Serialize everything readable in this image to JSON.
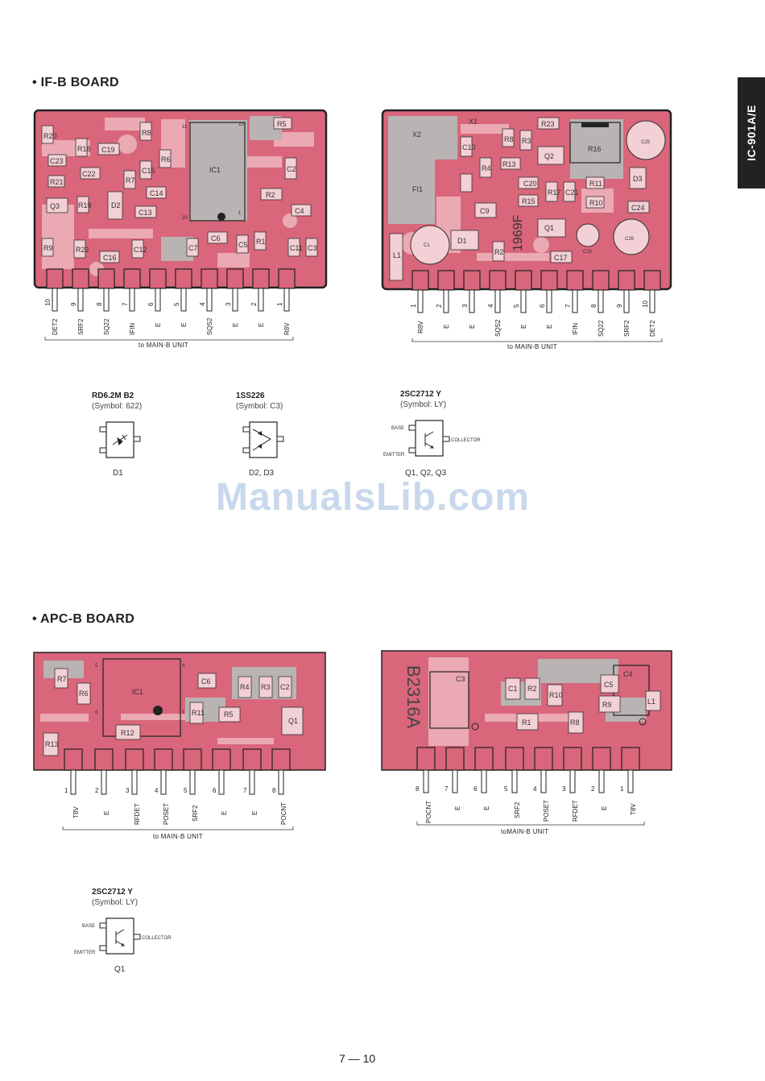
{
  "side_tab": "IC-901A/E",
  "if_board": {
    "title": "• IF-B BOARD",
    "left": {
      "components": [
        "R20",
        "R18",
        "C19",
        "R8",
        "R5",
        "C23",
        "C22",
        "C15",
        "R6",
        "R21",
        "R19",
        "R7",
        "IC1",
        "C2",
        "Q3",
        "D2",
        "C14",
        "C13",
        "R2",
        "C4",
        "R9",
        "R22",
        "C16",
        "C12",
        "C7",
        "C6",
        "C5",
        "R1",
        "C11",
        "C3",
        "11",
        "10",
        "20",
        "1"
      ],
      "pins": [
        {
          "num": "10",
          "name": "DET2"
        },
        {
          "num": "9",
          "name": "SRF2"
        },
        {
          "num": "8",
          "name": "SQ22"
        },
        {
          "num": "7",
          "name": "IFIN"
        },
        {
          "num": "6",
          "name": "E"
        },
        {
          "num": "5",
          "name": "E"
        },
        {
          "num": "4",
          "name": "SQS2"
        },
        {
          "num": "3",
          "name": "E"
        },
        {
          "num": "2",
          "name": "E"
        },
        {
          "num": "1",
          "name": "R8V"
        }
      ],
      "unit_label": "to MAIN-B UNIT"
    },
    "right": {
      "components": [
        "X2",
        "X1",
        "R23",
        "C10",
        "R8",
        "R16",
        "C25",
        "R4",
        "R13",
        "Q2",
        "R3",
        "C20",
        "D3",
        "FI1",
        "C9",
        "R15",
        "R17",
        "C21",
        "R11",
        "R10",
        "C24",
        "C1",
        "D1",
        "Q1",
        "L1",
        "R2",
        "C17",
        "C18",
        "C26",
        "1969F"
      ],
      "pins": [
        {
          "num": "1",
          "name": "R8V"
        },
        {
          "num": "2",
          "name": "E"
        },
        {
          "num": "3",
          "name": "E"
        },
        {
          "num": "4",
          "name": "SQS2"
        },
        {
          "num": "5",
          "name": "E"
        },
        {
          "num": "6",
          "name": "E"
        },
        {
          "num": "7",
          "name": "IFIN"
        },
        {
          "num": "8",
          "name": "SQ22"
        },
        {
          "num": "9",
          "name": "SRF2"
        },
        {
          "num": "10",
          "name": "DET2"
        }
      ],
      "unit_label": "to MAIN-B UNIT"
    },
    "parts": [
      {
        "title": "RD6.2M  B2",
        "symbol": "(Symbol: 622)",
        "caption": "D1"
      },
      {
        "title": "1SS226",
        "symbol": "(Symbol: C3)",
        "caption": "D2, D3"
      },
      {
        "title": "2SC2712  Y",
        "symbol": "(Symbol: LY)",
        "caption": "Q1, Q2, Q3",
        "base": "BASE",
        "collector": "COLLECTOR",
        "emitter": "EMITTER"
      }
    ]
  },
  "watermark": "ManualsLib.com",
  "apc_board": {
    "title": "• APC-B BOARD",
    "left": {
      "components": [
        "R7",
        "R6",
        "IC1",
        "C6",
        "R4",
        "R3",
        "C2",
        "R11",
        "R5",
        "Q1",
        "R12",
        "R13",
        "5",
        "4",
        "8",
        "1"
      ],
      "pins": [
        {
          "num": "1",
          "name": "T8V"
        },
        {
          "num": "2",
          "name": "E"
        },
        {
          "num": "3",
          "name": "RFDET"
        },
        {
          "num": "4",
          "name": "POSET"
        },
        {
          "num": "5",
          "name": "SRF2"
        },
        {
          "num": "6",
          "name": "E"
        },
        {
          "num": "7",
          "name": "E"
        },
        {
          "num": "8",
          "name": "POCNT"
        }
      ],
      "unit_label": "to MAIN-B UNIT"
    },
    "right": {
      "components": [
        "B2316A",
        "C3",
        "C1",
        "R2",
        "R10",
        "C4",
        "C5",
        "R9",
        "L1",
        "R1",
        "R8"
      ],
      "pins": [
        {
          "num": "8",
          "name": "POCNT"
        },
        {
          "num": "7",
          "name": "E"
        },
        {
          "num": "6",
          "name": "E"
        },
        {
          "num": "5",
          "name": "SRF2"
        },
        {
          "num": "4",
          "name": "POSET"
        },
        {
          "num": "3",
          "name": "RFDET"
        },
        {
          "num": "2",
          "name": "E"
        },
        {
          "num": "1",
          "name": "T8V"
        }
      ],
      "unit_label": "toMAIN-B UNIT"
    },
    "part": {
      "title": "2SC2712  Y",
      "symbol": "(Symbol: LY)",
      "caption": "Q1",
      "base": "BASE",
      "collector": "COLLECTOR",
      "emitter": "EMITTER"
    }
  },
  "page_number": "7 — 10",
  "colors": {
    "pcb_copper": "#d9667a",
    "pcb_light": "#eaa9b3",
    "pcb_gray": "#b9b3b3",
    "ink": "#222222"
  }
}
